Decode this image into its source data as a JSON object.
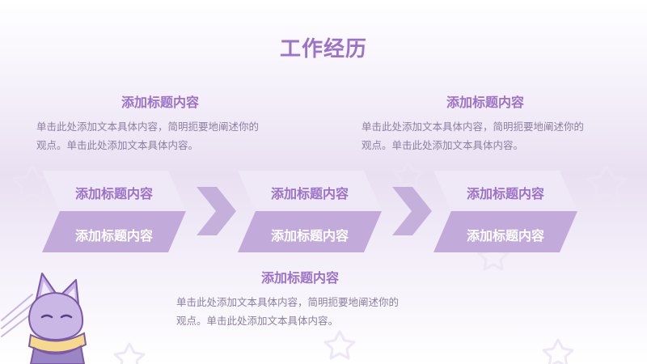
{
  "slide": {
    "title": "工作经历",
    "colors": {
      "accent": "#9b72c8",
      "chevron_light": "#efe8f6",
      "chevron_dark": "#c2abdb",
      "arrow": "#c5b0dc",
      "text_body": "#8c7fa1"
    }
  },
  "blocks": [
    {
      "title": "添加标题内容",
      "line1": "单击此处添加文本具体内容，简明扼要地阐述你的",
      "line2": "观点。单击此处添加文本具体内容。"
    },
    {
      "title": "添加标题内容",
      "line1": "单击此处添加文本具体内容，简明扼要地阐述你的",
      "line2": "观点。单击此处添加文本具体内容。"
    },
    {
      "title": "添加标题内容",
      "line1": "单击此处添加文本具体内容，简明扼要地阐述你的",
      "line2": "观点。单击此处添加文本具体内容。"
    }
  ],
  "steps": [
    {
      "top_label": "添加标题内容",
      "bottom_label": "添加标题内容"
    },
    {
      "top_label": "添加标题内容",
      "bottom_label": "添加标题内容"
    },
    {
      "top_label": "添加标题内容",
      "bottom_label": "添加标题内容"
    }
  ],
  "icons": {
    "mascot": "fox-mascot-icon",
    "arrow": "chevron-arrow-icon",
    "background": "star-pattern-icon"
  }
}
